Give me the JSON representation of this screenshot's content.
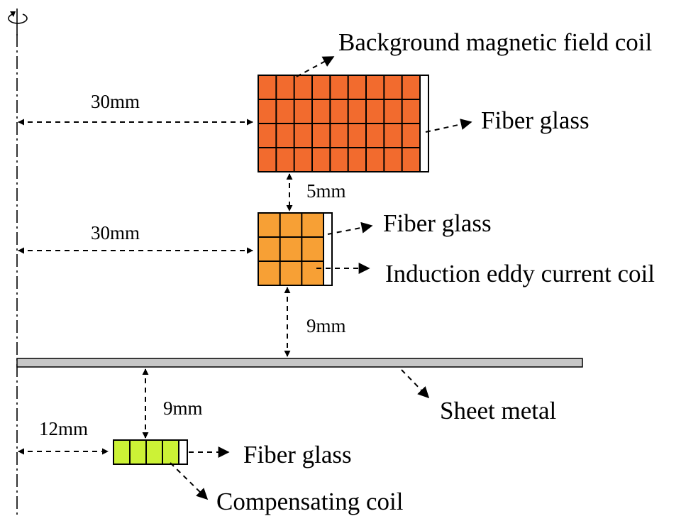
{
  "labels": {
    "background_coil": "Background magnetic field coil",
    "fiber_glass_top": "Fiber glass",
    "fiber_glass_mid": "Fiber glass",
    "induction_coil": "Induction eddy current coil",
    "sheet_metal": "Sheet metal",
    "fiber_glass_bottom": "Fiber glass",
    "compensating_coil": "Compensating coil"
  },
  "dimensions": {
    "bg_offset": "30mm",
    "gap_coils": "5mm",
    "induction_offset": "30mm",
    "gap_sheet": "9mm",
    "sheet_gap_comp": "9mm",
    "comp_offset": "12mm"
  },
  "colors": {
    "background_coil": "#f26b2e",
    "induction_coil": "#f7a035",
    "compensating_coil": "#ccf236",
    "sheet_metal": "#c7c7c7"
  },
  "coil_grids": {
    "background_coil": {
      "rows": 4,
      "cols": 9
    },
    "induction_coil": {
      "rows": 3,
      "cols": 3
    },
    "compensating_coil": {
      "rows": 1,
      "cols": 4
    }
  },
  "icons": {
    "axis": "rotation-axis-icon"
  }
}
